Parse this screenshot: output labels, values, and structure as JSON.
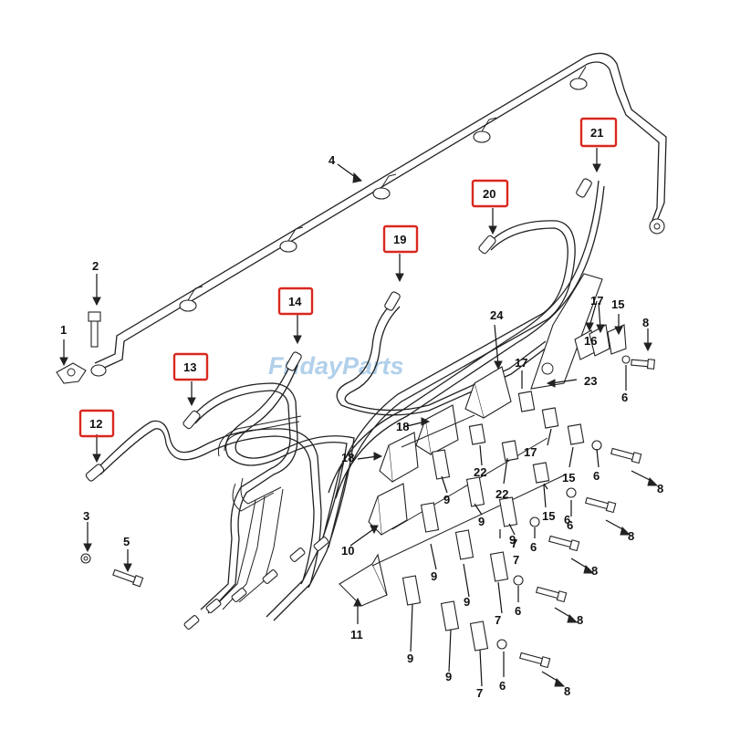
{
  "watermark": {
    "text": "FridayParts",
    "color": "#9ec4e6"
  },
  "highlight_color": "#d9281f",
  "callouts": [
    {
      "id": "c1",
      "label": "1"
    },
    {
      "id": "c2",
      "label": "2"
    },
    {
      "id": "c3",
      "label": "3"
    },
    {
      "id": "c4",
      "label": "4"
    },
    {
      "id": "c5",
      "label": "5"
    },
    {
      "id": "c6a",
      "label": "6"
    },
    {
      "id": "c6b",
      "label": "6"
    },
    {
      "id": "c6c",
      "label": "6"
    },
    {
      "id": "c6d",
      "label": "6"
    },
    {
      "id": "c6e",
      "label": "6"
    },
    {
      "id": "c6f",
      "label": "6"
    },
    {
      "id": "c6g",
      "label": "6"
    },
    {
      "id": "c7a",
      "label": "7"
    },
    {
      "id": "c7b",
      "label": "7"
    },
    {
      "id": "c7c",
      "label": "7"
    },
    {
      "id": "c7d",
      "label": "7"
    },
    {
      "id": "c8a",
      "label": "8"
    },
    {
      "id": "c8b",
      "label": "8"
    },
    {
      "id": "c8c",
      "label": "8"
    },
    {
      "id": "c8d",
      "label": "8"
    },
    {
      "id": "c8e",
      "label": "8"
    },
    {
      "id": "c8f",
      "label": "8"
    },
    {
      "id": "c9a",
      "label": "9"
    },
    {
      "id": "c9b",
      "label": "9"
    },
    {
      "id": "c9c",
      "label": "9"
    },
    {
      "id": "c9d",
      "label": "9"
    },
    {
      "id": "c9e",
      "label": "9"
    },
    {
      "id": "c9f",
      "label": "9"
    },
    {
      "id": "c9g",
      "label": "9"
    },
    {
      "id": "c10",
      "label": "10"
    },
    {
      "id": "c11",
      "label": "11"
    },
    {
      "id": "c15a",
      "label": "15"
    },
    {
      "id": "c15b",
      "label": "15"
    },
    {
      "id": "c15c",
      "label": "15"
    },
    {
      "id": "c16",
      "label": "16"
    },
    {
      "id": "c17a",
      "label": "17"
    },
    {
      "id": "c17b",
      "label": "17"
    },
    {
      "id": "c17c",
      "label": "17"
    },
    {
      "id": "c18a",
      "label": "18"
    },
    {
      "id": "c18b",
      "label": "18"
    },
    {
      "id": "c22a",
      "label": "22"
    },
    {
      "id": "c22b",
      "label": "22"
    },
    {
      "id": "c23",
      "label": "23"
    },
    {
      "id": "c24",
      "label": "24"
    }
  ],
  "highlighted_callouts": [
    {
      "id": "h12",
      "label": "12"
    },
    {
      "id": "h13",
      "label": "13"
    },
    {
      "id": "h14",
      "label": "14"
    },
    {
      "id": "h19",
      "label": "19"
    },
    {
      "id": "h20",
      "label": "20"
    },
    {
      "id": "h21",
      "label": "21"
    }
  ]
}
